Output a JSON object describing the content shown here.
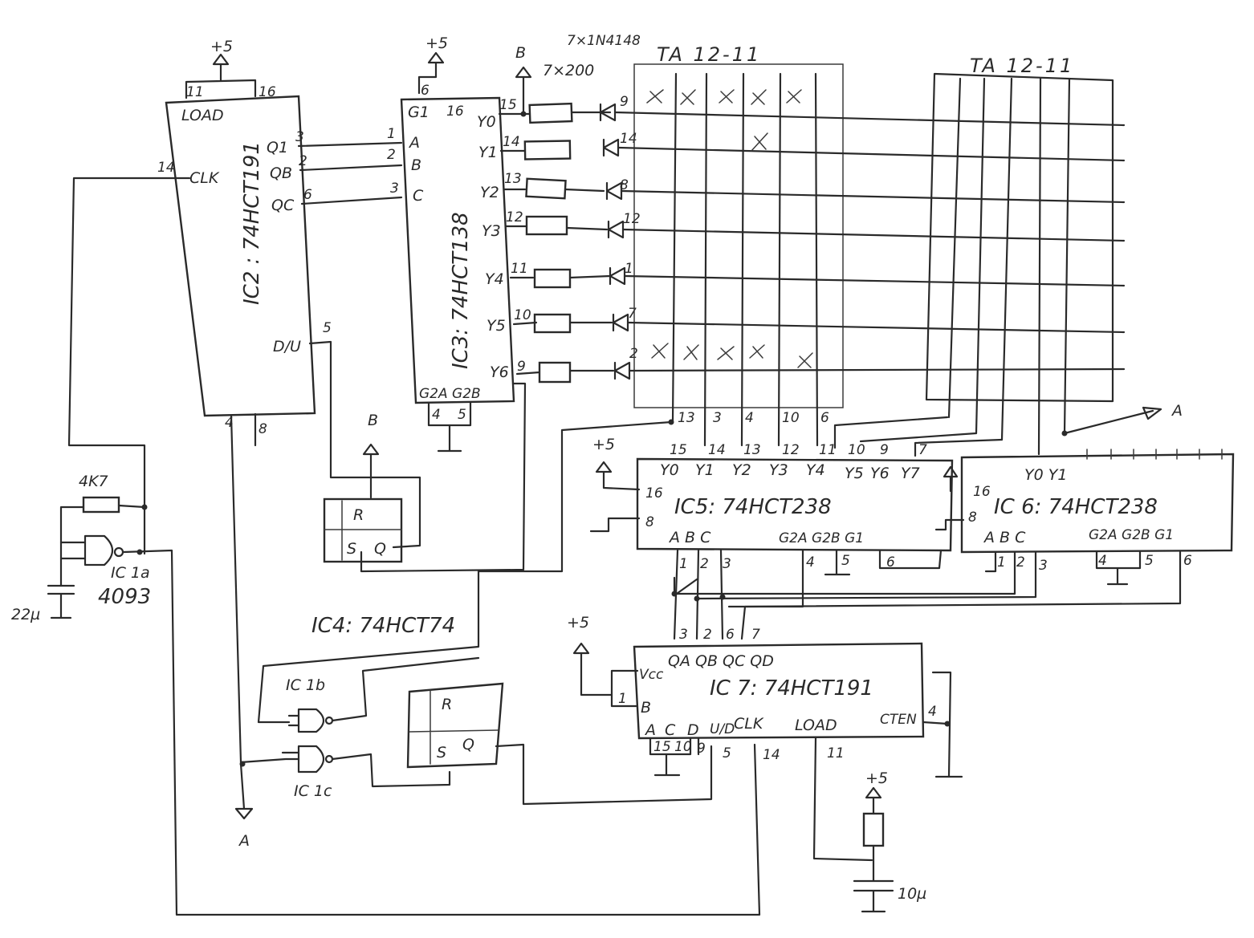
{
  "top_labels": {
    "plus5": "+5",
    "diodes": "7×1N4148",
    "resistors": "7×200",
    "display1": "TA 12-11",
    "display2": "TA 12-11",
    "net_b": "B",
    "net_a": "A"
  },
  "ic2": {
    "title": "IC2 : 74HCT191",
    "pins": {
      "load": "LOAD",
      "clk": "CLK",
      "du": "D/U",
      "qa": "Q1",
      "qb": "QB",
      "qc": "QC"
    },
    "pin_numbers": {
      "p11": "11",
      "p16": "16",
      "p14": "14",
      "p3": "3",
      "p2": "2",
      "p6": "6",
      "p5": "5",
      "p4": "4",
      "p8": "8"
    }
  },
  "ic3": {
    "title": "IC3: 74HCT138",
    "pins": {
      "g1": "G1",
      "a": "A",
      "b": "B",
      "c": "C",
      "g2": "G2A G2B",
      "y0": "Y0",
      "y1": "Y1",
      "y2": "Y2",
      "y3": "Y3",
      "y4": "Y4",
      "y5": "Y5",
      "y6": "Y6"
    },
    "pin_numbers": {
      "p6": "6",
      "p16": "16",
      "p1": "1",
      "p2": "2",
      "p3": "3",
      "p15": "15",
      "p14": "14",
      "p13": "13",
      "p12": "12",
      "p11": "11",
      "p10": "10",
      "p9": "9",
      "p4": "4",
      "p5": "5"
    }
  },
  "diode_pins": [
    "9",
    "14",
    "8",
    "12",
    "1",
    "7",
    "2"
  ],
  "column_pins": [
    "13",
    "3",
    "4",
    "10",
    "6"
  ],
  "ic5": {
    "title": "IC5: 74HCT238",
    "outputs": [
      "Y0",
      "Y1",
      "Y2",
      "Y3",
      "Y4",
      "Y5",
      "Y6",
      "Y7"
    ],
    "output_pins": [
      "15",
      "14",
      "13",
      "12",
      "11",
      "10",
      "9",
      "7"
    ],
    "inputs": "A B C",
    "enables": "G2A G2B G1",
    "pin_numbers": {
      "p16": "16",
      "p8": "8",
      "p1": "1",
      "p2": "2",
      "p3": "3",
      "p4": "4",
      "p5": "5",
      "p6": "6"
    }
  },
  "ic6": {
    "title": "IC 6: 74HCT238",
    "outputs": "Y0 Y1",
    "inputs": "A B C",
    "enables": "G2A G2B G1",
    "pin_numbers": {
      "p16": "16",
      "p8": "8",
      "p1": "1",
      "p2": "2",
      "p3": "3",
      "p4": "4",
      "p5": "5",
      "p6": "6"
    }
  },
  "ic4": {
    "title": "IC4: 74HCT74",
    "pins": {
      "r": "R",
      "s": "S",
      "q": "Q"
    }
  },
  "ic1": {
    "ic1a": "IC 1a",
    "part": "4093",
    "ic1b": "IC 1b",
    "ic1c": "IC 1c",
    "resistor": "4K7",
    "cap": "22µ"
  },
  "ic7": {
    "title": "IC 7: 74HCT191",
    "pins": {
      "vcc": "Vcc",
      "b": "B",
      "a": "A",
      "c": "C",
      "d": "D",
      "ud": "U/D",
      "clk": "CLK",
      "load": "LOAD",
      "cten": "CTEN",
      "q": "QA QB QC QD"
    },
    "pin_numbers": {
      "p3": "3",
      "p2": "2",
      "p6": "6",
      "p7": "7",
      "p1": "1",
      "p15": "15",
      "p10": "10",
      "p9": "9",
      "p5": "5",
      "p14": "14",
      "p11": "11",
      "p4": "4"
    }
  },
  "ff2": {
    "r": "R",
    "s": "S",
    "q": "Q"
  },
  "cap_bottom": "10µ",
  "plus5_bottom": "+5"
}
